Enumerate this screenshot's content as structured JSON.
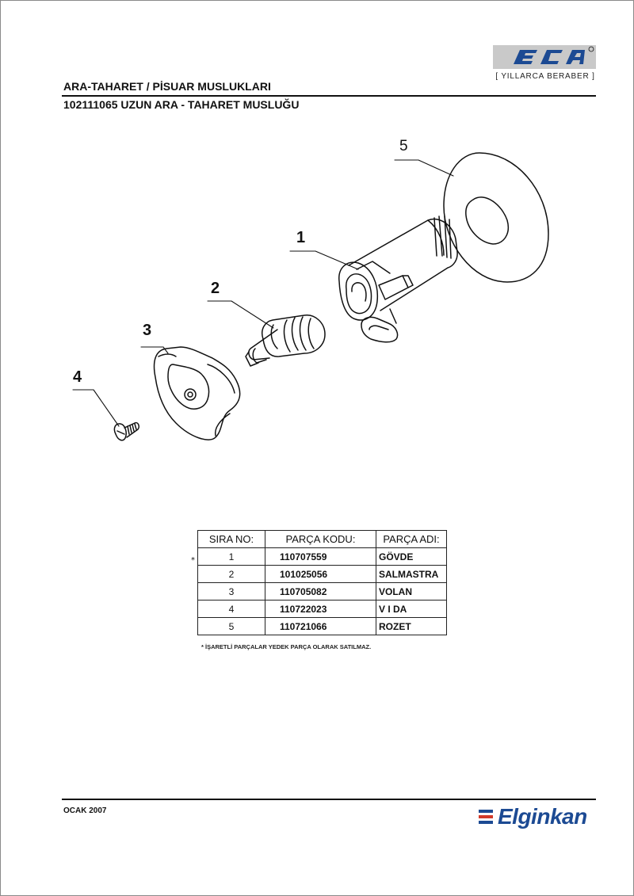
{
  "header": {
    "logo_text": "E.C.A",
    "slogan": "[ YILLARCA BERABER ]",
    "title": "ARA-TAHARET / PİSUAR MUSLUKLARI",
    "subtitle": "102111065 UZUN ARA - TAHARET MUSLUĞU"
  },
  "drawing": {
    "callouts": [
      {
        "label": "1"
      },
      {
        "label": "2"
      },
      {
        "label": "3"
      },
      {
        "label": "4"
      },
      {
        "label": "5"
      }
    ]
  },
  "parts_table": {
    "headers": [
      "SIRA NO:",
      "PARÇA KODU:",
      "PARÇA ADI:"
    ],
    "rows": [
      {
        "no": "1",
        "code": "110707559",
        "name": "GÖVDE",
        "mark": "*"
      },
      {
        "no": "2",
        "code": "101025056",
        "name": "SALMASTRA",
        "mark": ""
      },
      {
        "no": "3",
        "code": "110705082",
        "name": "VOLAN",
        "mark": ""
      },
      {
        "no": "4",
        "code": "110722023",
        "name": "V I DA",
        "mark": ""
      },
      {
        "no": "5",
        "code": "110721066",
        "name": "ROZET",
        "mark": ""
      }
    ],
    "footnote": "* İŞARETLİ PARÇALAR YEDEK PARÇA OLARAK SATILMAZ."
  },
  "footer": {
    "date": "OCAK 2007",
    "brand": "Elginkan",
    "brand_color": "#1c4a93"
  }
}
